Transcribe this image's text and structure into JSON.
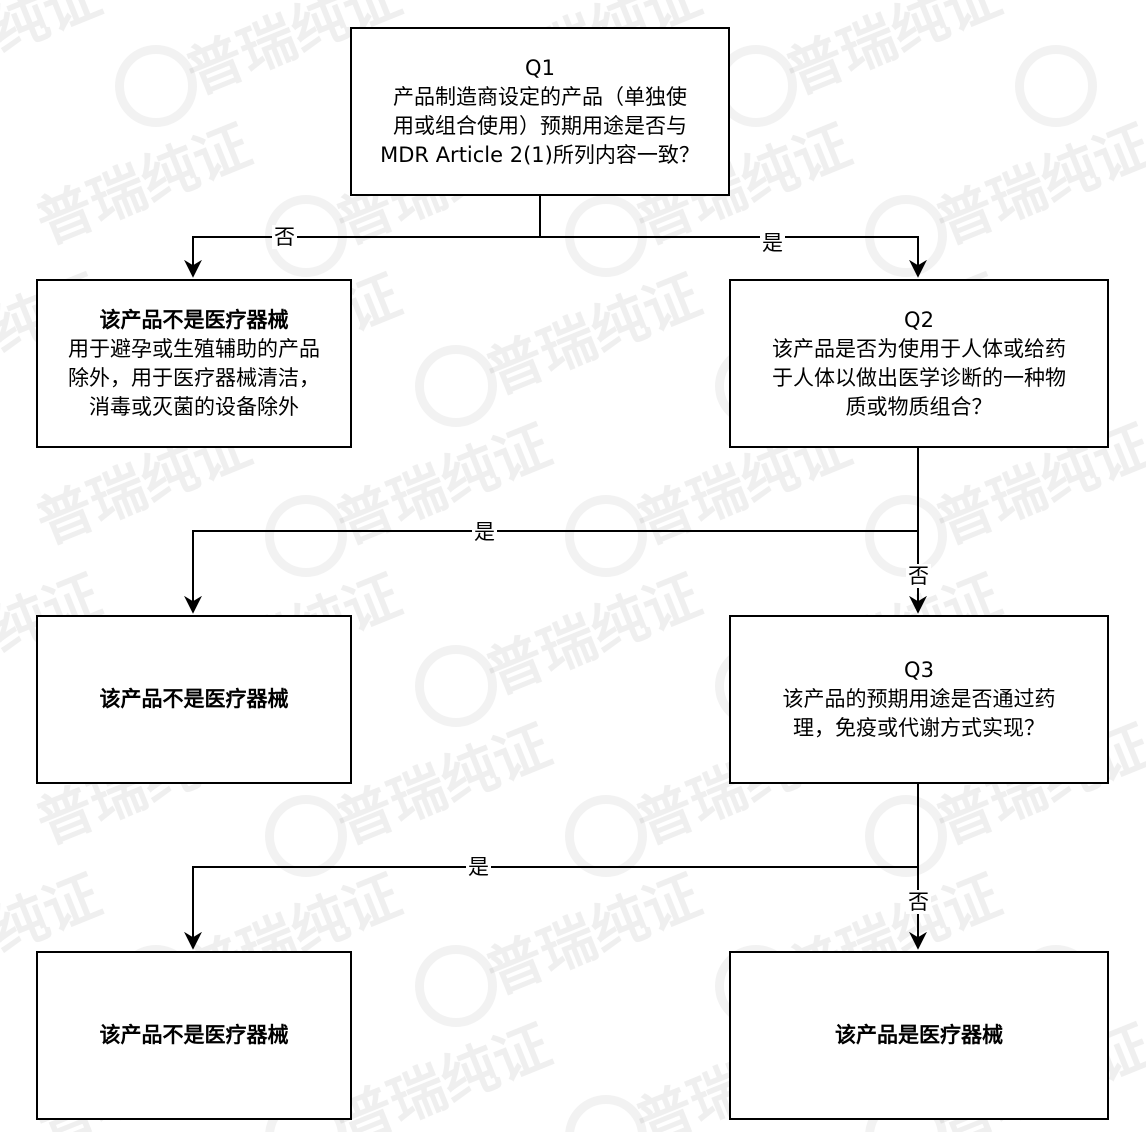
{
  "watermark": {
    "text": "普瑞纯证"
  },
  "colors": {
    "stroke": "#000000",
    "background": "#ffffff"
  },
  "nodes": {
    "q1": {
      "lines": [
        "Q1",
        "产品制造商设定的产品（单独使",
        "用或组合使用）预期用途是否与",
        "MDR Article 2(1)所列内容一致？"
      ]
    },
    "not_device_1": {
      "title": "该产品不是医疗器械",
      "lines": [
        "用于避孕或生殖辅助的产品",
        "除外，用于医疗器械清洁，",
        "消毒或灭菌的设备除外"
      ]
    },
    "q2": {
      "lines": [
        "Q2",
        "该产品是否为使用于人体或给药",
        "于人体以做出医学诊断的一种物",
        "质或物质组合？"
      ]
    },
    "not_device_2": {
      "title": "该产品不是医疗器械"
    },
    "q3": {
      "lines": [
        "Q3",
        "该产品的预期用途是否通过药",
        "理，免疫或代谢方式实现？"
      ]
    },
    "not_device_3": {
      "title": "该产品不是医疗器械"
    },
    "is_device": {
      "title": "该产品是医疗器械"
    }
  },
  "edges": {
    "q1_no": "否",
    "q1_yes": "是",
    "q2_yes": "是",
    "q2_no": "否",
    "q3_yes": "是",
    "q3_no": "否"
  }
}
